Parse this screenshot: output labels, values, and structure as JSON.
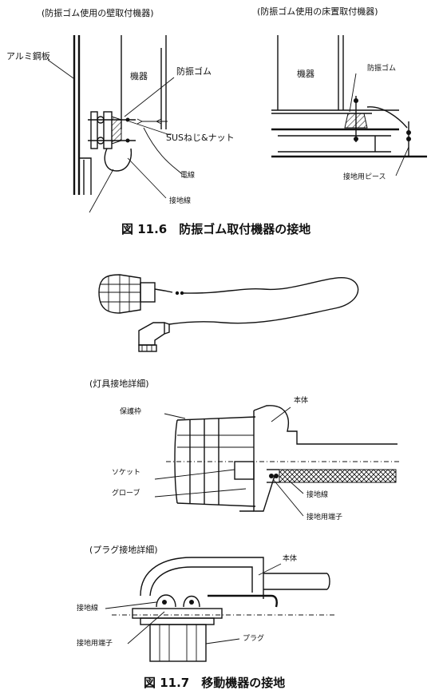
{
  "fig11_6": {
    "left_heading": "(防振ゴム使用の壁取付機器)",
    "right_heading": "(防振ゴム使用の床置取付機器)",
    "labels": {
      "aluminum_frame": "アルミ鋼板",
      "equipment_left": "機器",
      "rubber_left": "防振ゴム",
      "sus_screw": "SUSねじ&ナット",
      "electric_wire": "電線",
      "ground_wire": "接地線",
      "equipment_right": "機器",
      "rubber_right": "防振ゴム",
      "ground_piece": "接地用ピース"
    },
    "caption": "図 11.6　防振ゴム取付機器の接地"
  },
  "fig11_7": {
    "lamp_heading": "(灯具接地詳細)",
    "plug_heading": "(プラグ接地詳細)",
    "lamp_labels": {
      "guard_frame": "保護枠",
      "body": "本体",
      "socket": "ソケット",
      "globe": "グローブ",
      "ground_wire": "接地線",
      "ground_terminal": "接地用端子"
    },
    "plug_labels": {
      "body": "本体",
      "ground_wire": "接地線",
      "ground_terminal": "接地用端子",
      "plug": "プラグ"
    },
    "caption": "図 11.7　移動機器の接地"
  }
}
